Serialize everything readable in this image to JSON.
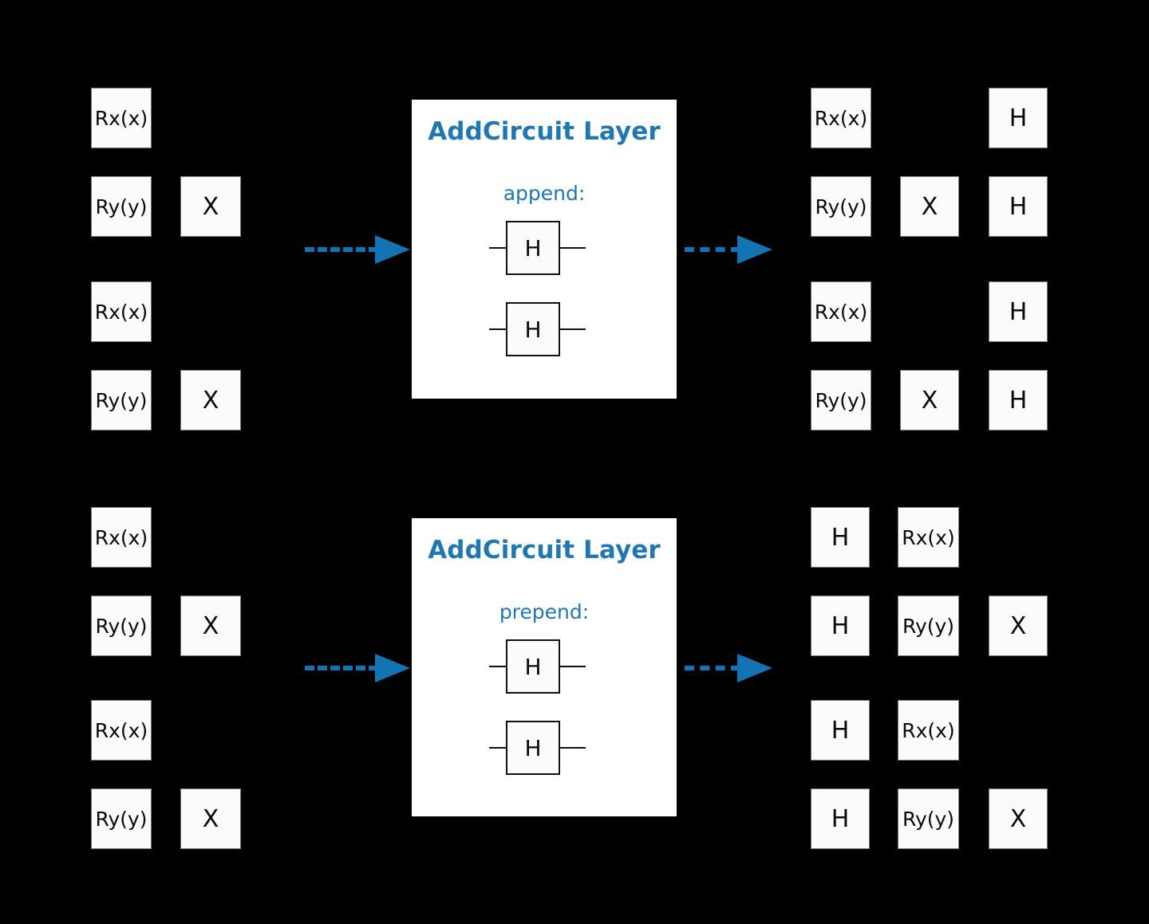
{
  "figure": {
    "background_color": "#000000",
    "accent_color": "#1f77b4",
    "gate_fill": "#fbfbfb",
    "panel_fill": "#ffffff"
  },
  "rows": [
    {
      "name": "append-row",
      "input_circuit": {
        "label": "input-circuit-append",
        "wires": [
          {
            "gates": [
              "Rx(x)"
            ]
          },
          {
            "gates": [
              "Ry(y)",
              "X"
            ]
          },
          {
            "gates": [
              "Rx(x)"
            ]
          },
          {
            "gates": [
              "Ry(y)",
              "X"
            ]
          }
        ]
      },
      "panel": {
        "title": "AddCircuit Layer",
        "subtitle": "append:",
        "gates": [
          "H",
          "H"
        ]
      },
      "output_circuit": {
        "label": "output-circuit-append",
        "wires": [
          {
            "gates": [
              "Rx(x)",
              "",
              "H"
            ]
          },
          {
            "gates": [
              "Ry(y)",
              "X",
              "H"
            ]
          },
          {
            "gates": [
              "Rx(x)",
              "",
              "H"
            ]
          },
          {
            "gates": [
              "Ry(y)",
              "X",
              "H"
            ]
          }
        ]
      },
      "arrow_in": "dashed-arrow-right",
      "arrow_out": "dashed-arrow-right"
    },
    {
      "name": "prepend-row",
      "input_circuit": {
        "label": "input-circuit-prepend",
        "wires": [
          {
            "gates": [
              "Rx(x)"
            ]
          },
          {
            "gates": [
              "Ry(y)",
              "X"
            ]
          },
          {
            "gates": [
              "Rx(x)"
            ]
          },
          {
            "gates": [
              "Ry(y)",
              "X"
            ]
          }
        ]
      },
      "panel": {
        "title": "AddCircuit Layer",
        "subtitle": "prepend:",
        "gates": [
          "H",
          "H"
        ]
      },
      "output_circuit": {
        "label": "output-circuit-prepend",
        "wires": [
          {
            "gates": [
              "H",
              "Rx(x)",
              ""
            ]
          },
          {
            "gates": [
              "H",
              "Ry(y)",
              "X"
            ]
          },
          {
            "gates": [
              "H",
              "Rx(x)",
              ""
            ]
          },
          {
            "gates": [
              "H",
              "Ry(y)",
              "X"
            ]
          }
        ]
      },
      "arrow_in": "dashed-arrow-right",
      "arrow_out": "dashed-arrow-right"
    }
  ]
}
